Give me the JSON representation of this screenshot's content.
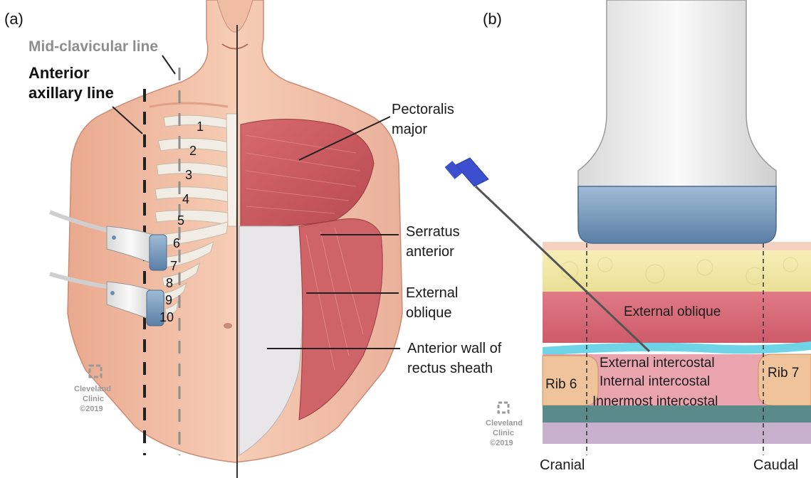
{
  "panel_a": {
    "tag": "(a)",
    "mid_clavicular": "Mid-clavicular line",
    "anterior_axillary_1": "Anterior",
    "anterior_axillary_2": "axillary line",
    "ribs": [
      "1",
      "2",
      "3",
      "4",
      "5",
      "6",
      "7",
      "8",
      "9",
      "10"
    ],
    "pectoralis_1": "Pectoralis",
    "pectoralis_2": "major",
    "serratus_1": "Serratus",
    "serratus_2": "anterior",
    "ext_oblique_1": "External",
    "ext_oblique_2": "oblique",
    "rectus_1": "Anterior wall of",
    "rectus_2": "rectus sheath",
    "watermark_1": "Cleveland",
    "watermark_2": "Clinic",
    "watermark_3": "©2019"
  },
  "panel_b": {
    "tag": "(b)",
    "external_oblique": "External oblique",
    "external_intercostal": "External intercostal",
    "internal_intercostal": "Internal intercostal",
    "innermost_intercostal": "Innermost intercostal",
    "rib6": "Rib 6",
    "rib7": "Rib 7",
    "cranial": "Cranial",
    "caudal": "Caudal",
    "watermark_1": "Cleveland",
    "watermark_2": "Clinic",
    "watermark_3": "©2019"
  },
  "colors": {
    "skin": "#f2c3aa",
    "muscle": "#c8545a",
    "fat": "#f3eaa8",
    "probe_blue": "#6f95b8",
    "needle_blue": "#3b4fcf"
  }
}
